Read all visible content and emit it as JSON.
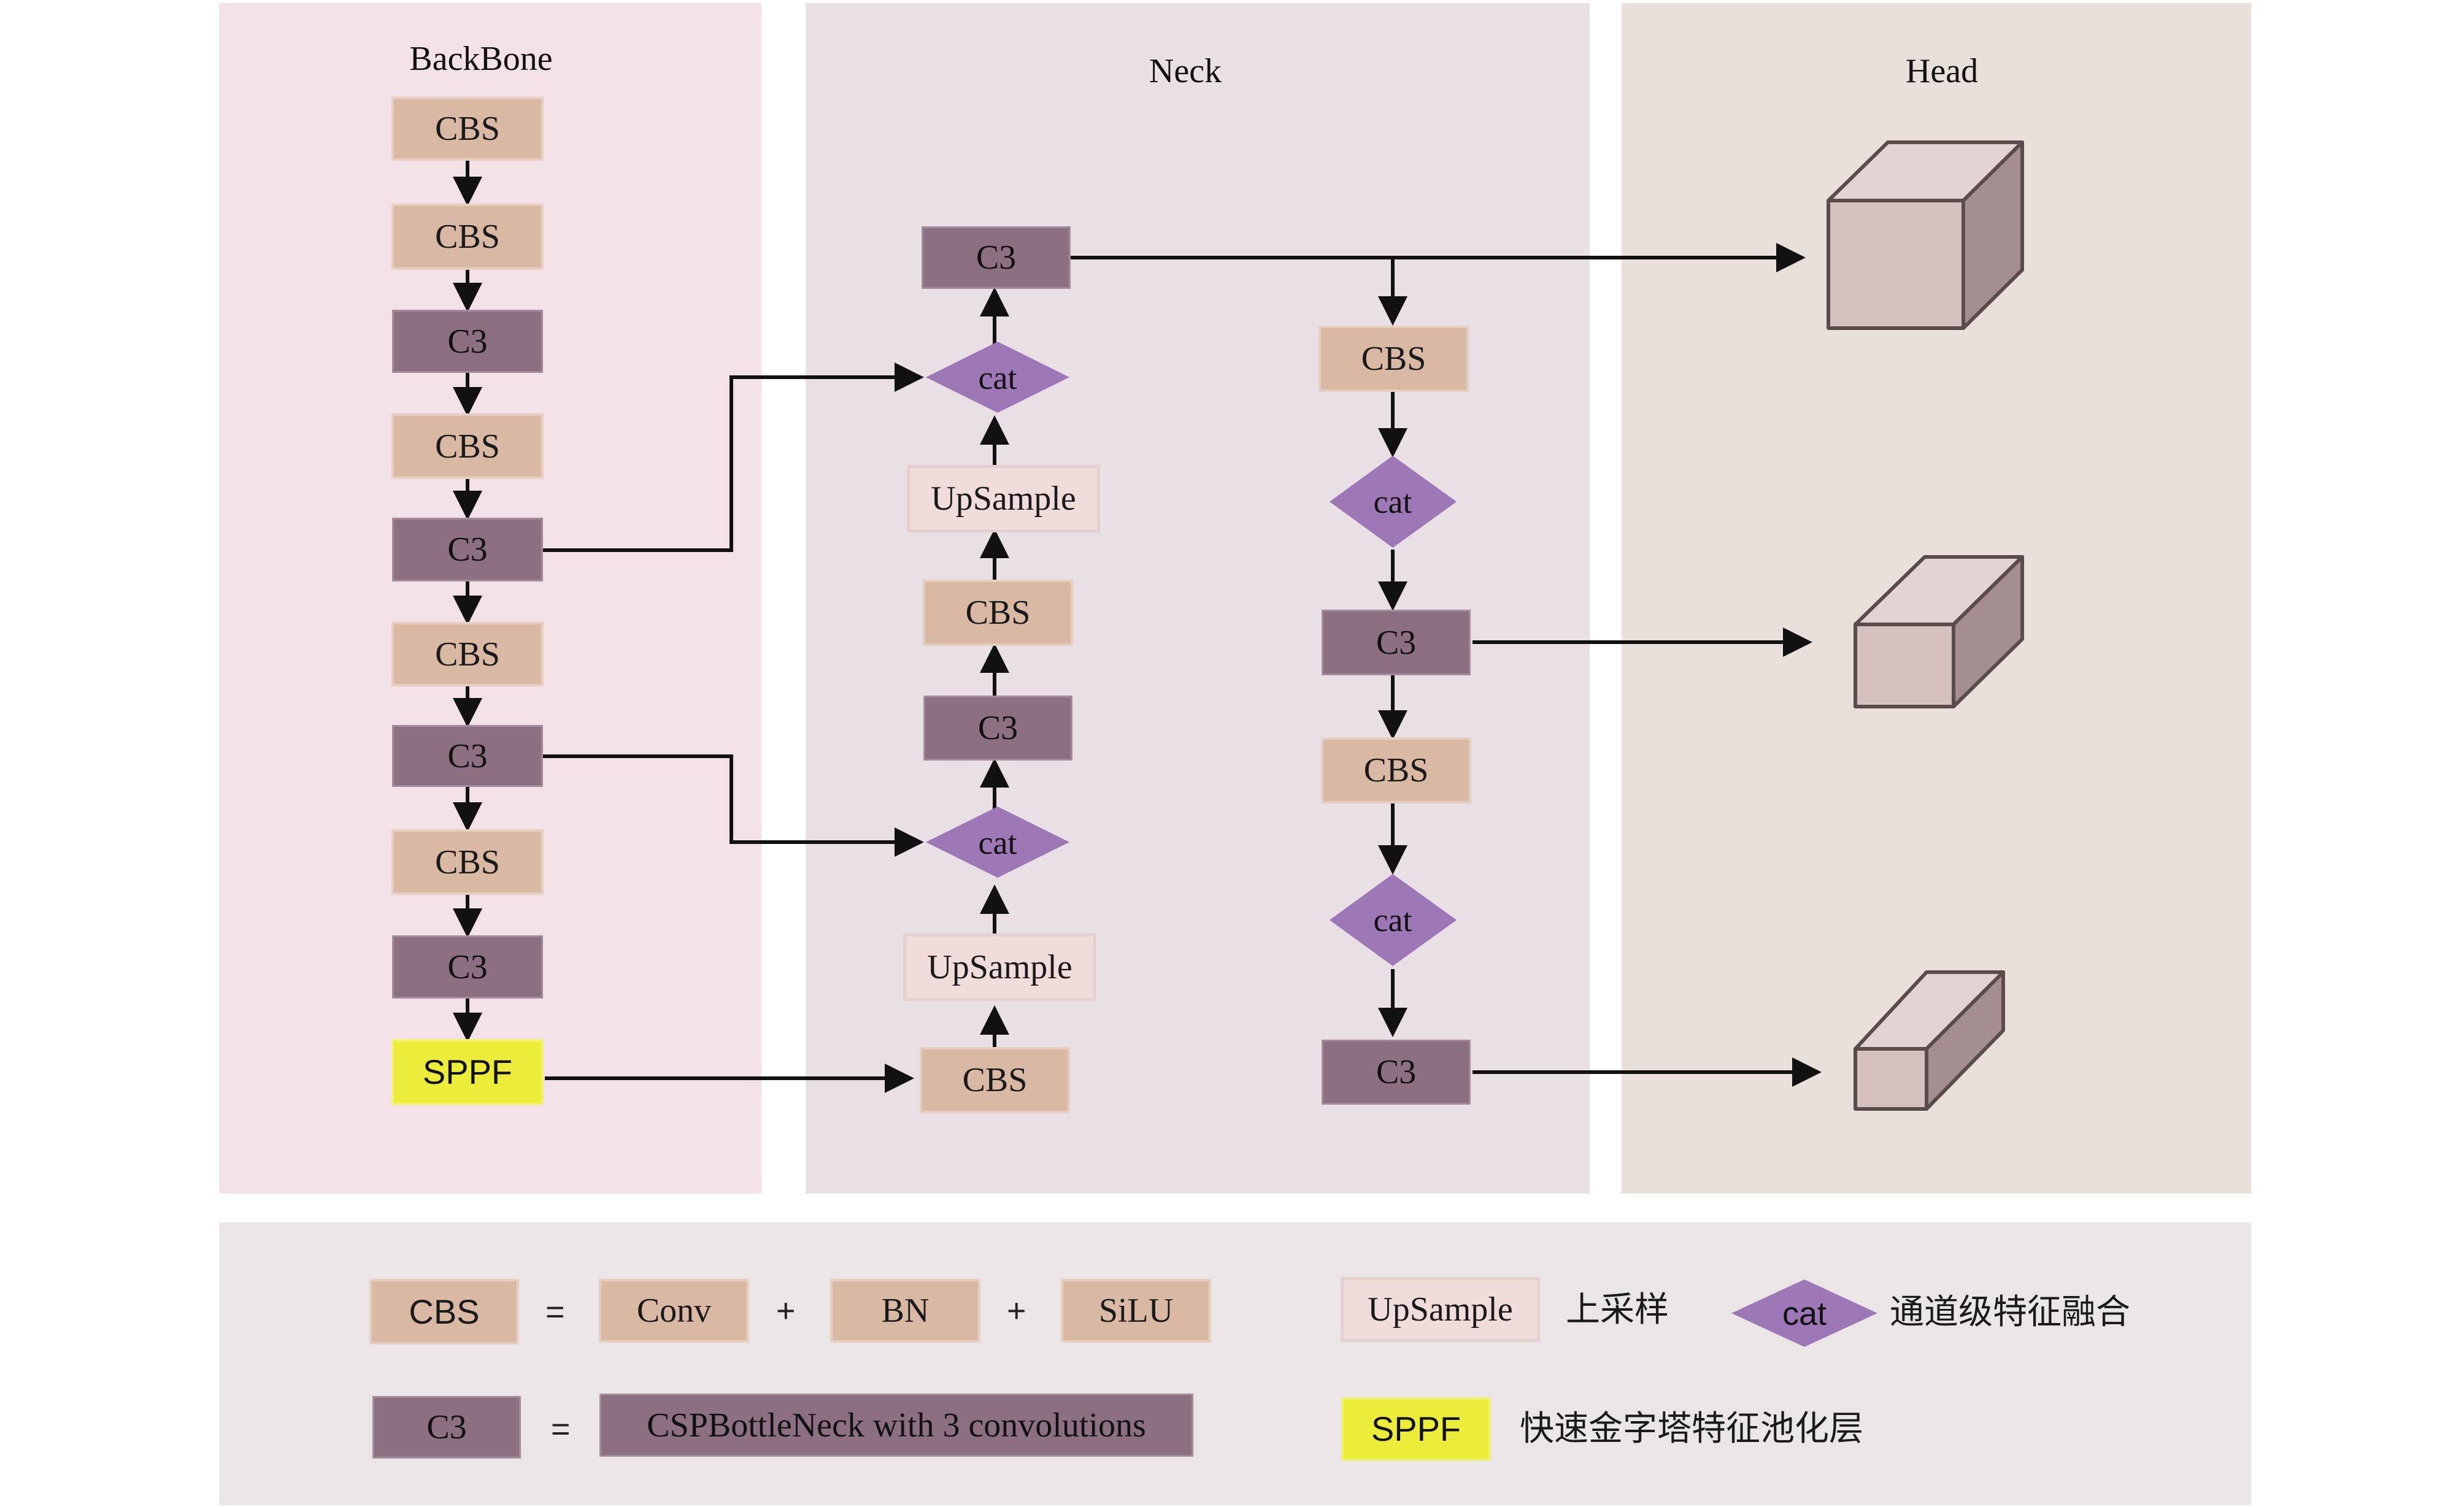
{
  "panels": {
    "backbone_title": "BackBone",
    "neck_title": "Neck",
    "head_title": "Head"
  },
  "backbone": {
    "blocks": [
      "CBS",
      "CBS",
      "C3",
      "CBS",
      "C3",
      "CBS",
      "C3",
      "CBS",
      "C3",
      "SPPF"
    ]
  },
  "neck": {
    "left_column": [
      "C3",
      "cat",
      "UpSample",
      "CBS",
      "C3",
      "cat",
      "UpSample",
      "CBS"
    ],
    "right_column": [
      "CBS",
      "cat",
      "C3",
      "CBS",
      "cat",
      "C3"
    ]
  },
  "legend": {
    "cbs_label": "CBS",
    "equals": "=",
    "plus": "+",
    "conv_label": "Conv",
    "bn_label": "BN",
    "silu_label": "SiLU",
    "c3_label": "C3",
    "c3_desc": "CSPBottleNeck with 3 convolutions",
    "upsample_label": "UpSample",
    "upsample_desc": "上采样",
    "cat_label": "cat",
    "cat_desc": "通道级特征融合",
    "sppf_label": "SPPF",
    "sppf_desc": "快速金字塔特征池化层"
  },
  "colors": {
    "cbs": "#d9b9a3",
    "c3": "#8c7081",
    "upsample": "#f1dcdc",
    "sppf": "#ecec3b",
    "cat": "#9e78b6",
    "cube_front": "#d6bfbf",
    "cube_top": "#e3d3d3",
    "cube_side": "#a48e90"
  }
}
